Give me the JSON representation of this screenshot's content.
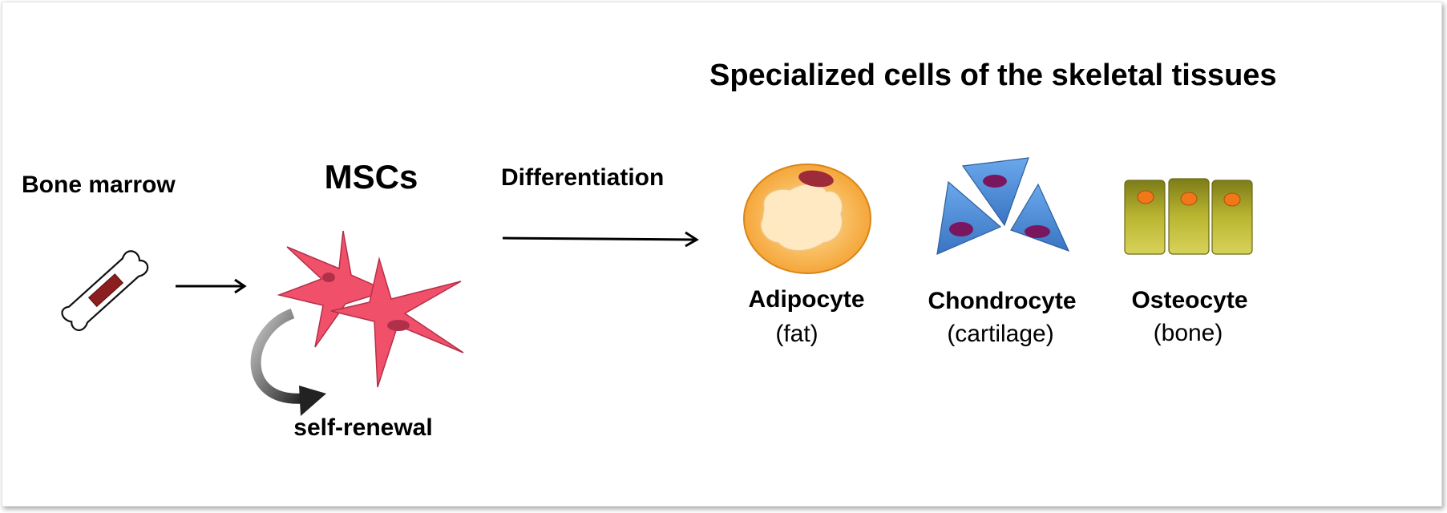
{
  "title": "Specialized cells of the skeletal tissues",
  "source": {
    "label": "Bone marrow",
    "icon": "bone-icon"
  },
  "stem_cells": {
    "label": "MSCs",
    "loop_label": "self-renewal",
    "icon": "star-cell-icon"
  },
  "process": {
    "label": "Differentiation"
  },
  "cells": [
    {
      "name": "Adipocyte",
      "tissue": "(fat)",
      "icon": "adipocyte-icon"
    },
    {
      "name": "Chondrocyte",
      "tissue": "(cartilage)",
      "icon": "chondrocyte-icon"
    },
    {
      "name": "Osteocyte",
      "tissue": "(bone)",
      "icon": "osteocyte-icon"
    }
  ],
  "colors": {
    "msc_fill": "#f0506a",
    "msc_nucleus": "#b0304a",
    "adipocyte_fill": "#f5b047",
    "adipocyte_lipid": "#ffe9c2",
    "adipocyte_nucleus": "#9e2b3a",
    "chondrocyte_fill": "#4a88d4",
    "chondrocyte_nucleus": "#7a1560",
    "osteocyte_fill": "#b5b02e",
    "osteocyte_nucleus": "#f07818"
  }
}
